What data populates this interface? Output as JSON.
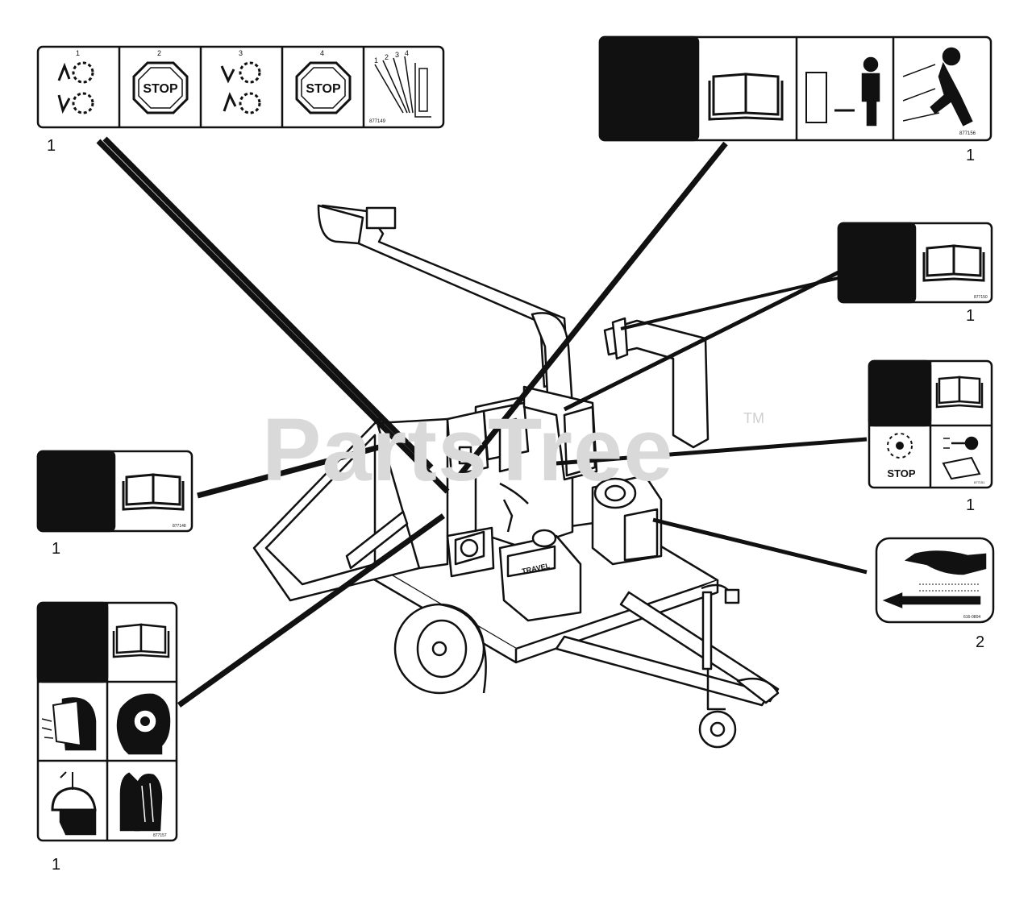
{
  "watermark": {
    "text": "PartsTree",
    "tm": "TM"
  },
  "decals": {
    "feed_control": {
      "steps": [
        "1",
        "2",
        "3",
        "4"
      ],
      "stop_label": "STOP",
      "part_no": "877149",
      "qty": "1"
    },
    "danger_wide": {
      "part_no": "877156",
      "qty": "1"
    },
    "manual_right": {
      "part_no": "877150",
      "qty": "1"
    },
    "key_stop": {
      "stop_label": "STOP",
      "part_no": "877151",
      "qty": "1"
    },
    "hot_surface": {
      "part_no": "616-0804",
      "qty": "2"
    },
    "manual_left": {
      "part_no": "877148",
      "qty": "1"
    },
    "ppe": {
      "part_no": "877157",
      "qty": "1"
    }
  },
  "machine": {
    "tank_label": "TRAVEL"
  }
}
